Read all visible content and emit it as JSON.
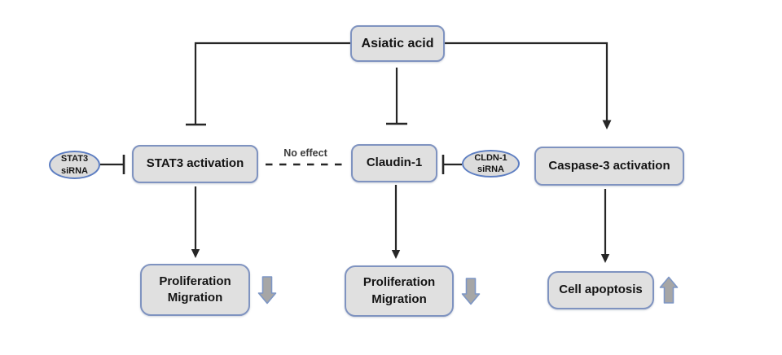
{
  "diagram": {
    "type": "signaling-pathway",
    "nodes": {
      "asiatic_acid": {
        "label": "Asiatic acid"
      },
      "stat3_sirna": {
        "line1": "STAT3",
        "line2": "siRNA"
      },
      "stat3_activation": {
        "label": "STAT3 activation"
      },
      "claudin1": {
        "label": "Claudin-1"
      },
      "cldn1_sirna": {
        "line1": "CLDN-1",
        "line2": "siRNA"
      },
      "caspase3_activation": {
        "label": "Caspase-3 activation"
      },
      "proliferation_migration_left": {
        "line1": "Proliferation",
        "line2": "Migration"
      },
      "proliferation_migration_middle": {
        "line1": "Proliferation",
        "line2": "Migration"
      },
      "cell_apoptosis": {
        "label": "Cell apoptosis"
      }
    },
    "annotations": {
      "no_effect": "No effect"
    },
    "relations": [
      {
        "from": "asiatic_acid",
        "to": "stat3_activation",
        "type": "inhibition"
      },
      {
        "from": "asiatic_acid",
        "to": "claudin1",
        "type": "inhibition"
      },
      {
        "from": "asiatic_acid",
        "to": "caspase3_activation",
        "type": "activation"
      },
      {
        "from": "stat3_sirna",
        "to": "stat3_activation",
        "type": "inhibition"
      },
      {
        "from": "cldn1_sirna",
        "to": "claudin1",
        "type": "inhibition"
      },
      {
        "from": "stat3_activation",
        "to": "claudin1",
        "type": "no-effect-dashed"
      },
      {
        "from": "stat3_activation",
        "to": "proliferation_migration_left",
        "type": "arrow"
      },
      {
        "from": "claudin1",
        "to": "proliferation_migration_middle",
        "type": "arrow"
      },
      {
        "from": "caspase3_activation",
        "to": "cell_apoptosis",
        "type": "arrow"
      }
    ],
    "effect_icons": {
      "left": "down-block-arrow",
      "middle": "down-block-arrow",
      "right": "up-block-arrow"
    },
    "colors": {
      "background": "#ffffff",
      "node_fill": "#e0e0e0",
      "node_border": "#7f93c0",
      "ellipse_border": "#5d7ec2",
      "connector": "#262626",
      "block_arrow_fill": "#a6a6a6",
      "block_arrow_border": "#7d96c5",
      "text": "#141414"
    }
  }
}
